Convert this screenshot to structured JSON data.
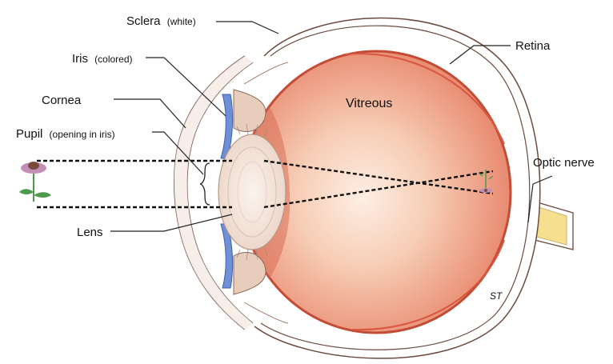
{
  "labels": {
    "sclera_main": "Sclera",
    "sclera_note": "(white)",
    "iris_main": "Iris",
    "iris_note": "(colored)",
    "cornea": "Cornea",
    "pupil_main": "Pupil",
    "pupil_note": "(opening in iris)",
    "lens": "Lens",
    "vitreous": "Vitreous",
    "retina": "Retina",
    "optic_nerve": "Optic nerve",
    "signature": "ST"
  },
  "colors": {
    "eyeball": "#e98d74",
    "vitreous_center": "#fbe3d4",
    "retina_rim": "#d9573f",
    "sclera": "#f6ece8",
    "lens": "#f6e8df",
    "iris": "#6f8fd6",
    "ciliary": "#e8cdbd",
    "optic_nerve": "#f6e08f",
    "stem": "#4d9a4d",
    "flower_petal": "#c48fb6",
    "flower_center": "#7a4a3a"
  }
}
